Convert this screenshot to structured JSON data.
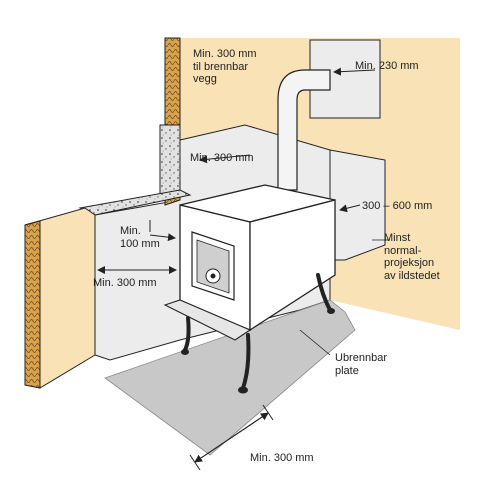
{
  "diagram": {
    "labels": {
      "wall_clearance_top": "Min. 300 mm\ntil brennbar\nvegg",
      "flue_clearance": "Min. 230 mm",
      "back_clearance": "Min. 300 mm",
      "shield_distance": "300 – 600 mm",
      "side_clearance_front": "Min.\n100 mm",
      "side_clearance_wall": "Min. 300 mm",
      "projection_note": "Minst\nnormal-\nprojeksjon\nav ildstedet",
      "floor_plate": "Ubrennbar\nplate",
      "front_clearance": "Min. 300 mm"
    },
    "colors": {
      "wall": "#f8e2b6",
      "shield": "#ececec",
      "brick": "#bbbbbb",
      "floor_plate": "#c8c8c8",
      "outline": "#222222",
      "stove": "#ffffff"
    }
  }
}
